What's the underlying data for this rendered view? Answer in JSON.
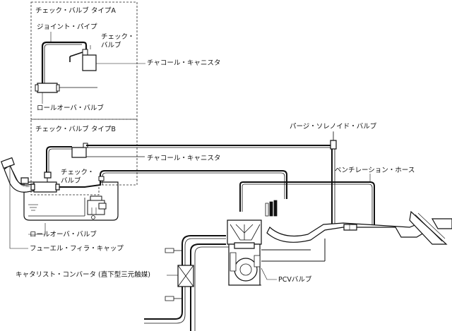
{
  "labels": {
    "check_valve_type_a": "チェック・バルブ タイプA",
    "joint_pipe": "ジョイント・パイプ",
    "check_valve_a_line1": "チェック・",
    "check_valve_a_line2": "バルブ",
    "charcoal_canister_a": "チャコール・キャニスタ",
    "rollover_valve_a": "ロールオーバ・バルブ",
    "check_valve_type_b": "チェック・バルブ タイプB",
    "purge_solenoid_valve": "パージ・ソレノイド・バルブ",
    "charcoal_canister_b": "チャコール・キャニスタ",
    "ventilation_hose": "ベンチレーション・ホース",
    "check_valve_b_line1": "チェック・",
    "check_valve_b_line2": "バルブ",
    "rollover_valve_b": "ロールオーバ・バルブ",
    "fuel_filler_cap": "フューエル・フィラ・キャップ",
    "catalytic_converter": "キャタリスト・コンバータ (直下型三元触媒)",
    "pcv_valve": "PCVバルブ"
  }
}
